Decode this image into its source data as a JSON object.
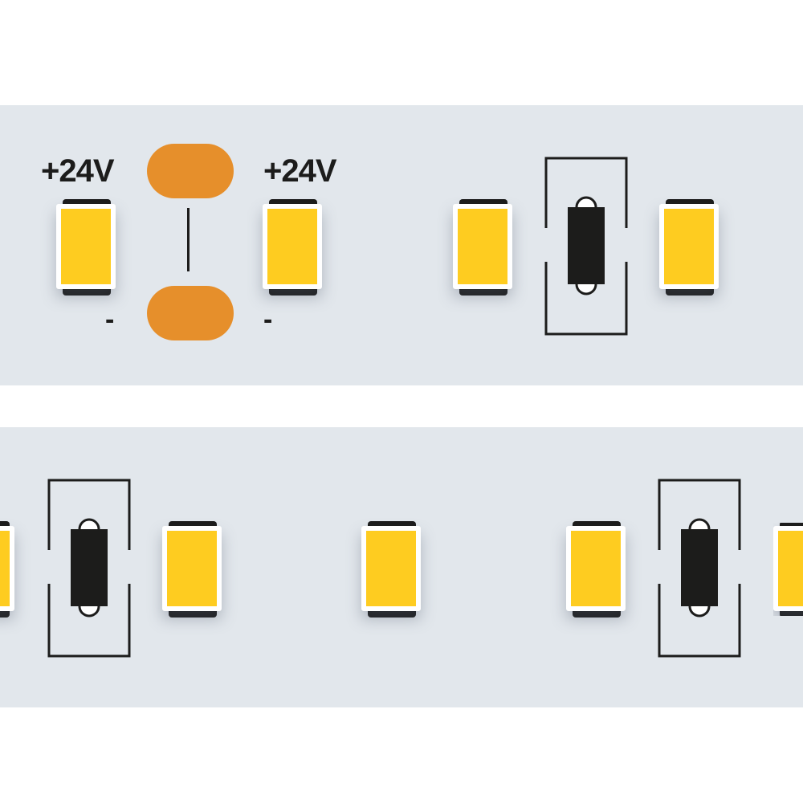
{
  "labels": {
    "left_positive": "+24V",
    "right_positive": "+24V",
    "left_negative": "-",
    "right_negative": "-"
  },
  "colors": {
    "strip_background": "#e2e7ec",
    "led_chip": "#fecc20",
    "solder_pad": "#e68f2b",
    "component_dark": "#1c1c1b"
  },
  "components": {
    "top_strip": [
      "led",
      "cut-pads",
      "led",
      "led",
      "resistor",
      "led"
    ],
    "bottom_strip": [
      "led",
      "resistor",
      "led",
      "led",
      "led",
      "resistor",
      "led"
    ]
  }
}
